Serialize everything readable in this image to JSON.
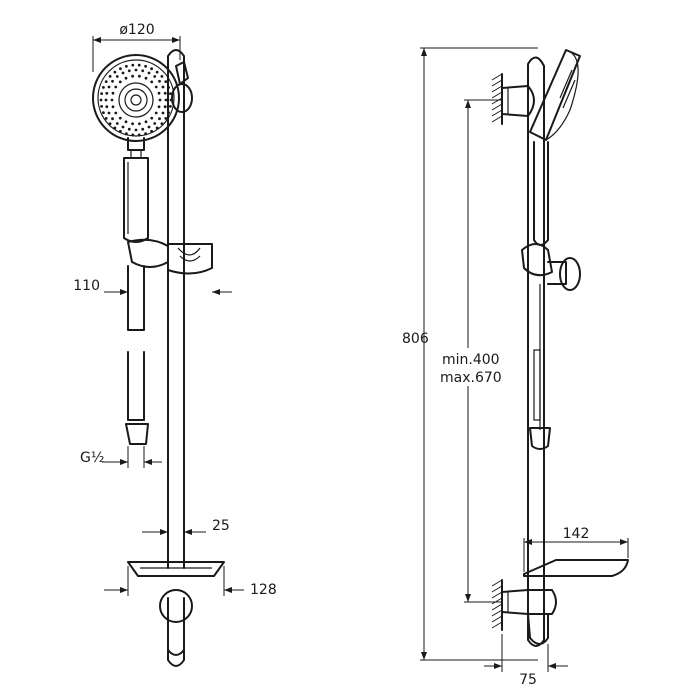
{
  "dimensions": {
    "head_diameter": "ø120",
    "hose_width": "110",
    "thread_main": "G",
    "thread_fraction": "½",
    "rail_diameter": "25",
    "dish_width": "128",
    "total_height": "806",
    "bracket_distance_min": "min.400",
    "bracket_distance_max": "max.670",
    "dish_depth": "142",
    "wall_projection": "75"
  }
}
